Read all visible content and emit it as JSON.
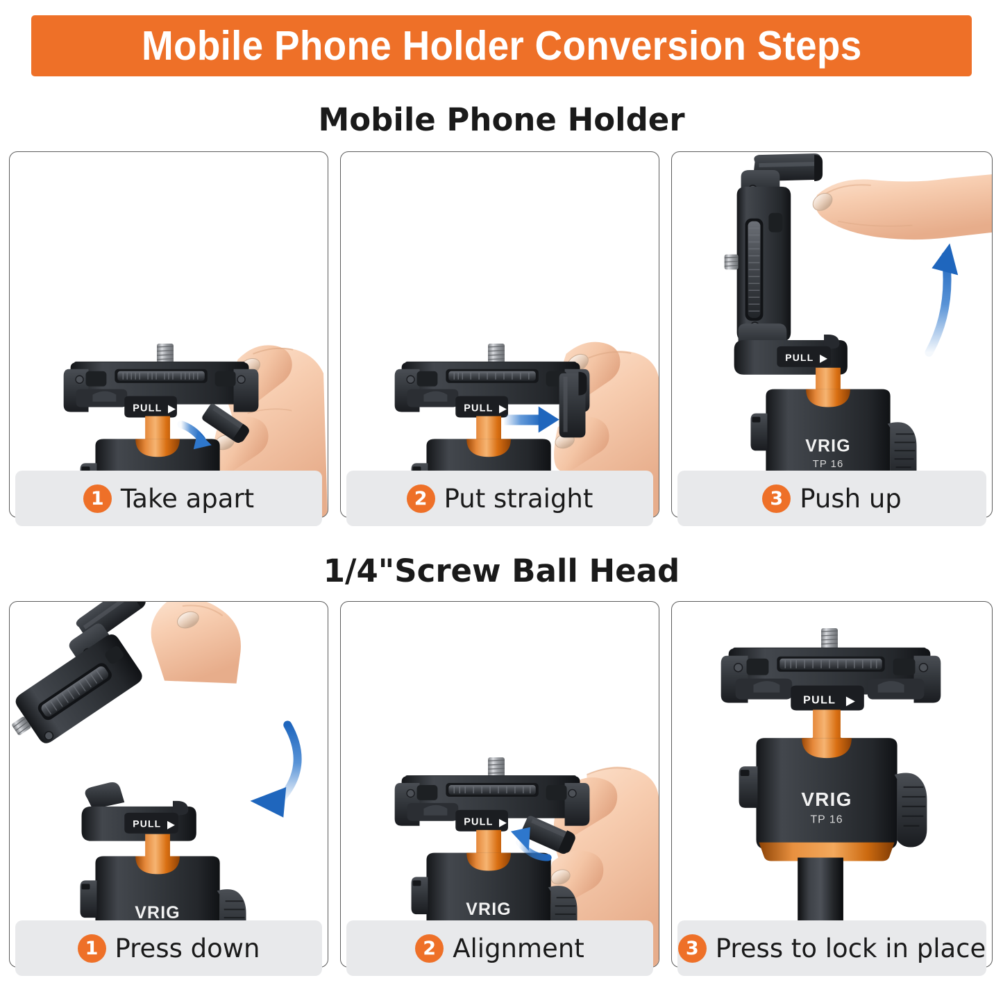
{
  "banner": {
    "title": "Mobile Phone Holder Conversion Steps",
    "bg_color": "#ee7028",
    "text_color": "#ffffff"
  },
  "sections": [
    {
      "title": "Mobile Phone Holder"
    },
    {
      "title": "1/4\"Screw Ball Head"
    }
  ],
  "product": {
    "brand": "VRIG",
    "model": "TP 16",
    "clamp_label": "PULL",
    "clamp_arrow_glyph": "▶",
    "colors": {
      "body": "#2f3237",
      "orange": "#e07818",
      "orange_light": "#f0a04a",
      "arrow_blue": "#2e77cc",
      "caption_bg": "#e8e9eb",
      "panel_border": "#5a5a5a"
    }
  },
  "steps": [
    {
      "number": "1",
      "label": "Take apart",
      "arrow": "curve-down-right"
    },
    {
      "number": "2",
      "label": "Put straight",
      "arrow": "straight-right"
    },
    {
      "number": "3",
      "label": "Push up",
      "arrow": "curve-up"
    },
    {
      "number": "1",
      "label": "Press down",
      "arrow": "curve-down-left"
    },
    {
      "number": "2",
      "label": "Alignment",
      "arrow": "short-up-left"
    },
    {
      "number": "3",
      "label": "Press to lock in place",
      "arrow": "none"
    }
  ]
}
